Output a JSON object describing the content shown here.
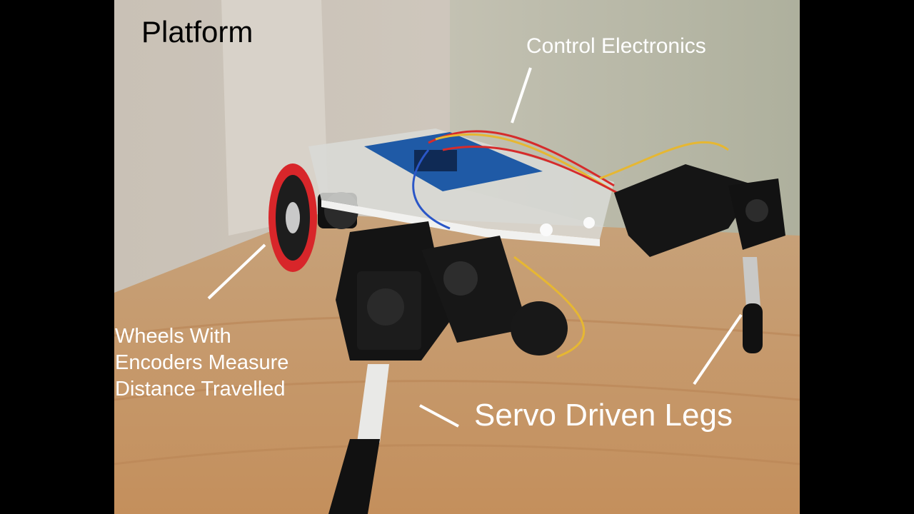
{
  "annotations": {
    "platform": "Platform",
    "control_electronics": "Control Electronics",
    "wheels_line1": "Wheels With",
    "wheels_line2": "Encoders Measure",
    "wheels_line3": "Distance Travelled",
    "servo_legs": "Servo Driven Legs"
  },
  "colors": {
    "letterbox": "#000000",
    "platform_label": "#000000",
    "annotation_label": "#ffffff",
    "wall_left": "#cbc3b8",
    "wall_right": "#b7b9a5",
    "table_wood": "#c89a68",
    "servo_black": "#141414",
    "wheel_red": "#d8262a",
    "acrylic": "#d9dad7"
  },
  "icons": {
    "control_pointer": "pointer-line-icon",
    "wheel_pointer": "pointer-line-icon",
    "servo_pointer_left": "pointer-line-icon",
    "servo_pointer_right": "pointer-line-icon"
  }
}
